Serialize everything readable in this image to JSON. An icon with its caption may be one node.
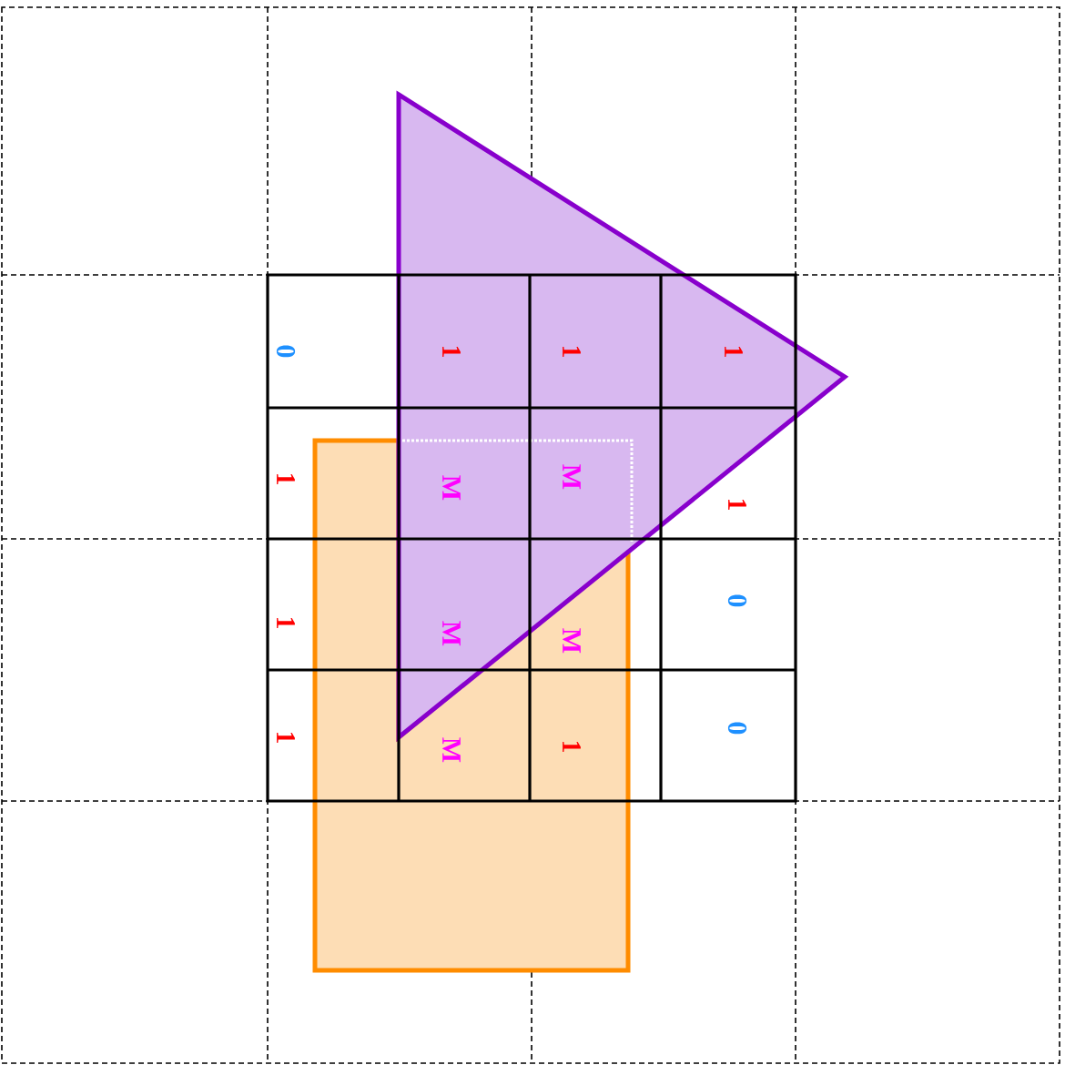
{
  "diagram": {
    "labels": [
      "0",
      "1",
      "1",
      "1",
      "1",
      "M",
      "M",
      "1",
      "1",
      "M",
      "M",
      "0",
      "1",
      "M",
      "1",
      "0"
    ]
  }
}
